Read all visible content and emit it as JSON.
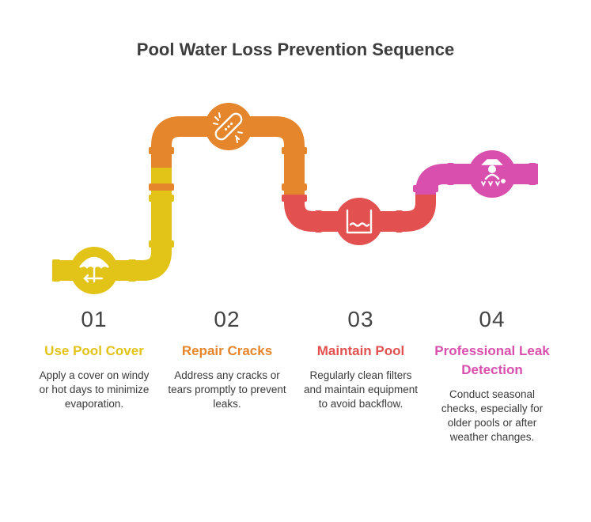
{
  "title": "Pool Water Loss Prevention Sequence",
  "colors": {
    "yellow": "#e2c318",
    "orange": "#e5852c",
    "red": "#e35050",
    "magenta": "#d84fae"
  },
  "steps": [
    {
      "number": "01",
      "heading": "Use Pool Cover",
      "description": "Apply a cover on windy or hot days to minimize evaporation.",
      "icon": "umbrella-icon",
      "color": "#e2c318"
    },
    {
      "number": "02",
      "heading": "Repair Cracks",
      "description": "Address any cracks or tears promptly to prevent leaks.",
      "icon": "bandage-icon",
      "color": "#e5852c"
    },
    {
      "number": "03",
      "heading": "Maintain Pool",
      "description": "Regularly clean filters and maintain equipment to avoid backflow.",
      "icon": "pool-icon",
      "color": "#e35050"
    },
    {
      "number": "04",
      "heading": "Professional Leak Detection",
      "description": "Conduct seasonal checks, especially for older pools or after weather changes.",
      "icon": "inspector-icon",
      "color": "#d84fae"
    }
  ]
}
